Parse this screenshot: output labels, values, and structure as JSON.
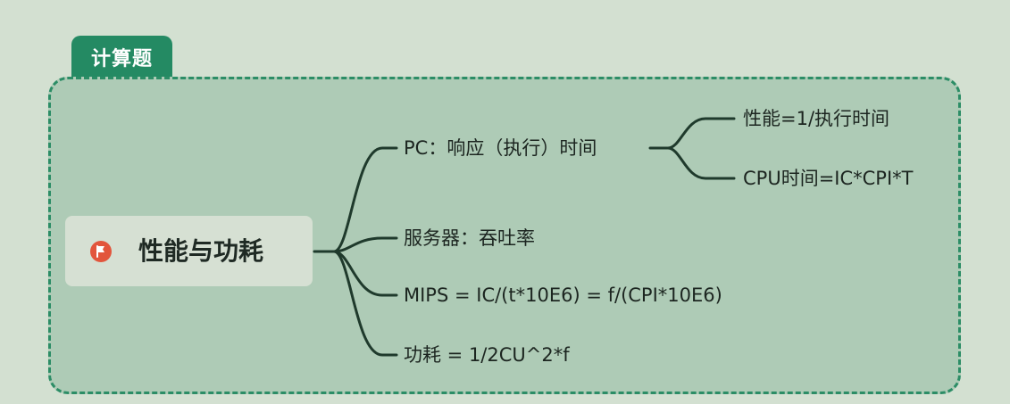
{
  "tag": {
    "label": "计算题"
  },
  "root": {
    "label": "性能与功耗",
    "icon": "flag-icon"
  },
  "branches": [
    {
      "label": "PC：响应（执行）时间",
      "children": [
        {
          "label": "性能=1/执行时间"
        },
        {
          "label": "CPU时间=IC*CPI*T"
        }
      ]
    },
    {
      "label": "服务器：吞吐率"
    },
    {
      "label": "MIPS = IC/(t*10E6) = f/(CPI*10E6)"
    },
    {
      "label": "功耗 = 1/2CU^2*f"
    }
  ],
  "colors": {
    "background": "#d3e0d1",
    "frame_fill": "#aecbb6",
    "frame_border": "#2c8d66",
    "tag": "#248a63",
    "root_fill": "#d6e0d3",
    "connector": "#1f3a2c",
    "flag": "#e2553c"
  }
}
